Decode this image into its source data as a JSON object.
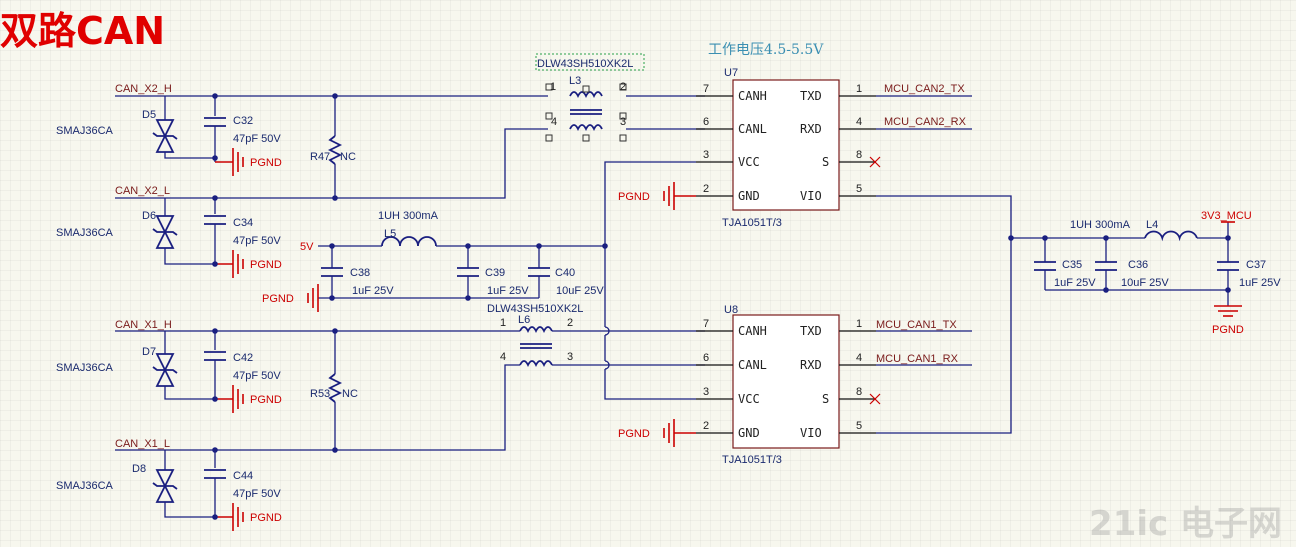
{
  "title": "双路CAN",
  "watermark": "21ic 电子网",
  "note": "工作电压4.5-5.5V",
  "nets": {
    "can_x2_h": "CAN_X2_H",
    "can_x2_l": "CAN_X2_L",
    "can_x1_h": "CAN_X1_H",
    "can_x1_l": "CAN_X1_L",
    "mcu_can2_tx": "MCU_CAN2_TX",
    "mcu_can2_rx": "MCU_CAN2_RX",
    "mcu_can1_tx": "MCU_CAN1_TX",
    "mcu_can1_rx": "MCU_CAN1_RX",
    "v5": "5V",
    "v3v3": "3V3_MCU"
  },
  "power": {
    "pgnd": "PGND"
  },
  "components": {
    "d5": {
      "ref": "D5",
      "value": "SMAJ36CA"
    },
    "d6": {
      "ref": "D6",
      "value": "SMAJ36CA"
    },
    "d7": {
      "ref": "D7",
      "value": "SMAJ36CA"
    },
    "d8": {
      "ref": "D8",
      "value": "SMAJ36CA"
    },
    "c32": {
      "ref": "C32",
      "value": "47pF 50V"
    },
    "c34": {
      "ref": "C34",
      "value": "47pF 50V"
    },
    "c42": {
      "ref": "C42",
      "value": "47pF 50V"
    },
    "c44": {
      "ref": "C44",
      "value": "47pF 50V"
    },
    "r47": {
      "ref": "R47",
      "value": "NC"
    },
    "r53": {
      "ref": "R53",
      "value": "NC"
    },
    "l3": {
      "ref": "L3",
      "value": "DLW43SH510XK2L"
    },
    "l6": {
      "ref": "L6",
      "value": "DLW43SH510XK2L"
    },
    "l5": {
      "ref": "L5",
      "value": "1UH 300mA"
    },
    "l4": {
      "ref": "L4",
      "value": "1UH 300mA"
    },
    "c38": {
      "ref": "C38",
      "value": "1uF 25V"
    },
    "c39": {
      "ref": "C39",
      "value": "1uF 25V"
    },
    "c40": {
      "ref": "C40",
      "value": "10uF 25V"
    },
    "c35": {
      "ref": "C35",
      "value": "1uF 25V"
    },
    "c36": {
      "ref": "C36",
      "value": "10uF 25V"
    },
    "c37": {
      "ref": "C37",
      "value": "1uF 25V"
    },
    "u7": {
      "ref": "U7",
      "value": "TJA1051T/3"
    },
    "u8": {
      "ref": "U8",
      "value": "TJA1051T/3"
    }
  },
  "ic_pins": {
    "left": [
      {
        "num": "7",
        "name": "CANH"
      },
      {
        "num": "6",
        "name": "CANL"
      },
      {
        "num": "3",
        "name": "VCC"
      },
      {
        "num": "2",
        "name": "GND"
      }
    ],
    "right": [
      {
        "num": "1",
        "name": "TXD"
      },
      {
        "num": "4",
        "name": "RXD"
      },
      {
        "num": "8",
        "name": "S"
      },
      {
        "num": "5",
        "name": "VIO"
      }
    ]
  },
  "choke_pins": {
    "p1": "1",
    "p2": "2",
    "p3": "3",
    "p4": "4"
  }
}
